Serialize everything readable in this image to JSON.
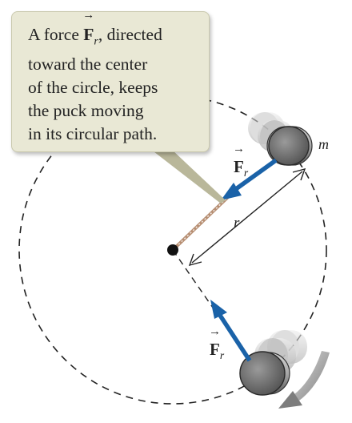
{
  "callout": {
    "line1_pre": "A force ",
    "vector_symbol": "F",
    "vector_subscript": "r",
    "line1_post": ", directed",
    "line2": "toward the center",
    "line3": "of the circle, keeps",
    "line4": "the puck moving",
    "line5": "in its circular path."
  },
  "labels": {
    "mass": "m",
    "radius": "r",
    "force_symbol": "F",
    "force_subscript": "r"
  },
  "colors": {
    "force_arrow": "#1a62a8",
    "callout_background": "#e9e8d5",
    "path": "#222222",
    "puck": "#6f6f6f",
    "rotation_arrow": "#8a8a8a"
  }
}
